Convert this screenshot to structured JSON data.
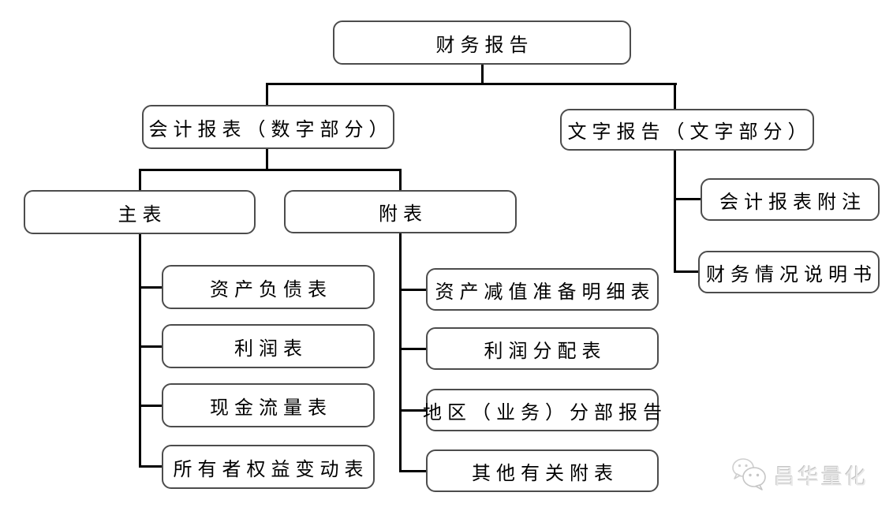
{
  "diagram": {
    "title_note": "financial report structure chart",
    "root": {
      "label": "财务报告"
    },
    "level2": {
      "accounting": {
        "label": "会计报表（数字部分）"
      },
      "text_report": {
        "label": "文字报告（文字部分）"
      }
    },
    "level3": {
      "main": {
        "label": "主表"
      },
      "supplementary": {
        "label": "附表"
      }
    },
    "main_children": [
      {
        "label": "资产负债表"
      },
      {
        "label": "利润表"
      },
      {
        "label": "现金流量表"
      },
      {
        "label": "所有者权益变动表"
      }
    ],
    "supp_children": [
      {
        "label": "资产减值准备明细表"
      },
      {
        "label": "利润分配表"
      },
      {
        "label": "地区（业务）分部报告"
      },
      {
        "label": "其他有关附表"
      }
    ],
    "text_children": [
      {
        "label": "会计报表附注"
      },
      {
        "label": "财务情况说明书"
      }
    ]
  },
  "watermark": {
    "text": "昌华量化",
    "icon": "wechat-chat-bubbles-icon",
    "color": "#e9e9e9"
  },
  "colors": {
    "background": "#ffffff",
    "box_border": "#4c4c4c",
    "connector": "#000000",
    "text": "#000000"
  }
}
